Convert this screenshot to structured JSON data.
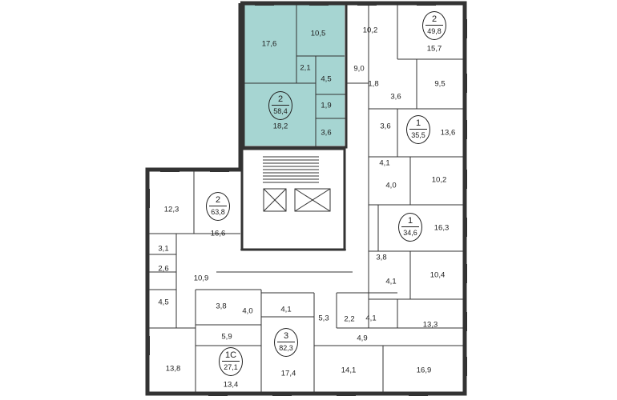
{
  "colors": {
    "highlight": "#a6d5d2",
    "wall": "#333333",
    "window": "#333333",
    "background": "#ffffff"
  },
  "apartments": [
    {
      "id": "a1",
      "rooms": "2",
      "area": "58,4",
      "selected": true
    },
    {
      "id": "a2",
      "rooms": "2",
      "area": "49,8",
      "selected": false
    },
    {
      "id": "a3",
      "rooms": "1",
      "area": "35,5",
      "selected": false
    },
    {
      "id": "a4",
      "rooms": "2",
      "area": "63,8",
      "selected": false
    },
    {
      "id": "a5",
      "rooms": "1",
      "area": "34,6",
      "selected": false
    },
    {
      "id": "a6",
      "rooms": "3",
      "area": "82,3",
      "selected": false
    },
    {
      "id": "a7",
      "rooms": "1С",
      "area": "27,1",
      "selected": false
    }
  ],
  "rooms": [
    "17,6",
    "10,5",
    "2,1",
    "4,5",
    "1,9",
    "18,2",
    "3,6",
    "10,2",
    "15,7",
    "9,0",
    "1,8",
    "3,6",
    "9,5",
    "3,6",
    "13,6",
    "4,1",
    "4,0",
    "10,2",
    "12,3",
    "16,6",
    "3,1",
    "2,6",
    "4,5",
    "10,9",
    "16,3",
    "3,8",
    "4,1",
    "10,4",
    "3,8",
    "4,0",
    "4,1",
    "5,3",
    "2,2",
    "4,1",
    "4,9",
    "5,9",
    "13,3",
    "13,8",
    "13,4",
    "17,4",
    "14,1",
    "16,9"
  ]
}
